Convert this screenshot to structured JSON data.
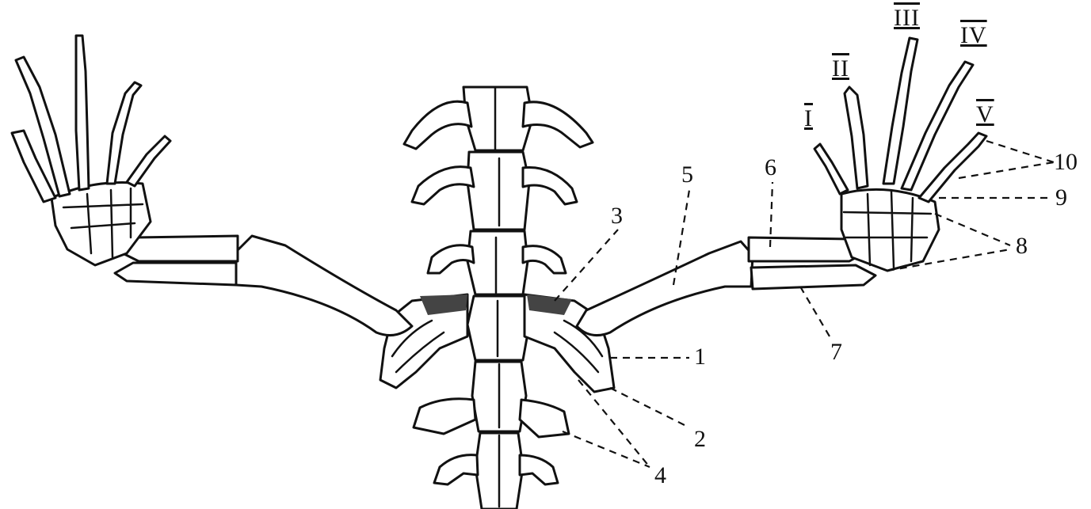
{
  "labels": {
    "n1": "1",
    "n2": "2",
    "n3": "3",
    "n4": "4",
    "n5": "5",
    "n6": "6",
    "n7": "7",
    "n8": "8",
    "n9": "9",
    "n10": "10"
  },
  "digits": {
    "d1": "I",
    "d2": "II",
    "d3": "III",
    "d4": "IV",
    "d5": "V"
  }
}
